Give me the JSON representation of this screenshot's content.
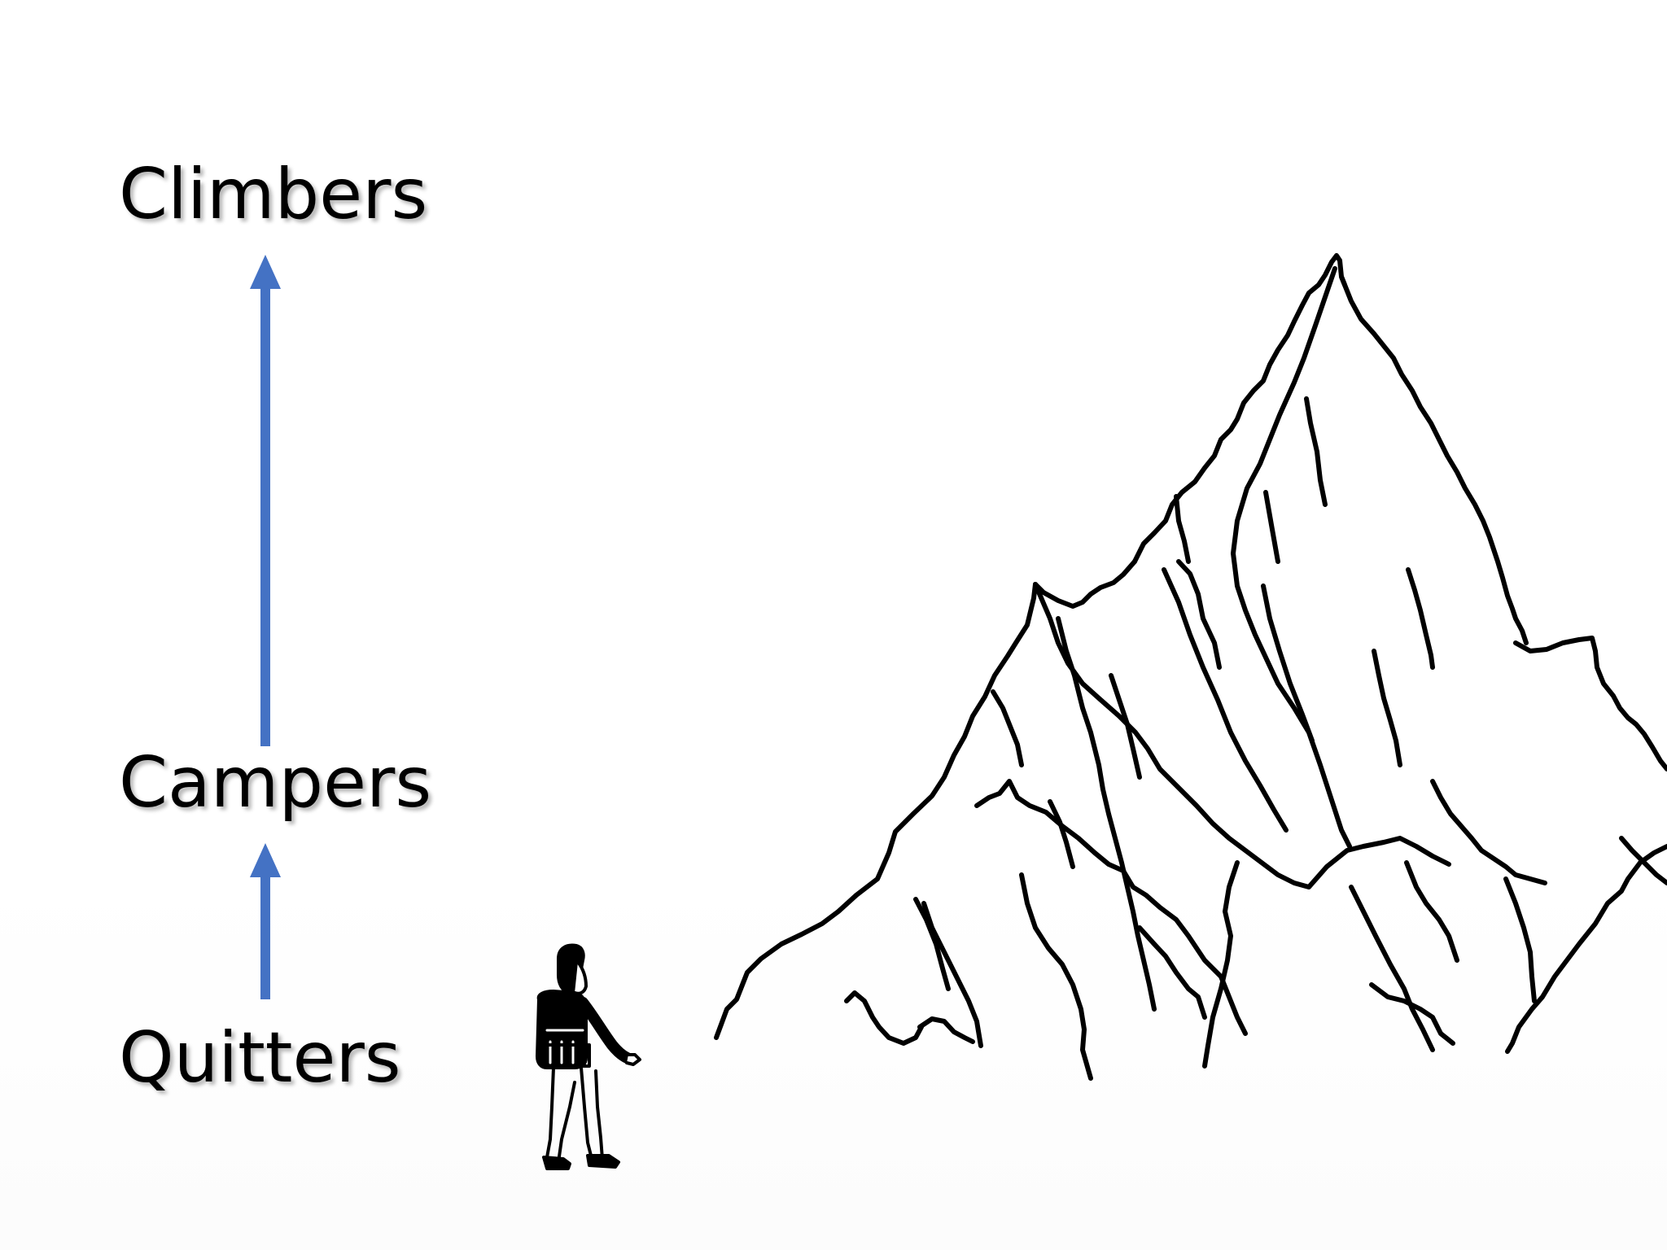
{
  "levels": {
    "top": "Climbers",
    "middle": "Campers",
    "bottom": "Quitters"
  },
  "colors": {
    "arrow": "#4472C4",
    "ink": "#000000"
  },
  "icons": {
    "hiker": "hiker-with-backpack-icon",
    "mountain": "mountain-peak-sketch"
  }
}
